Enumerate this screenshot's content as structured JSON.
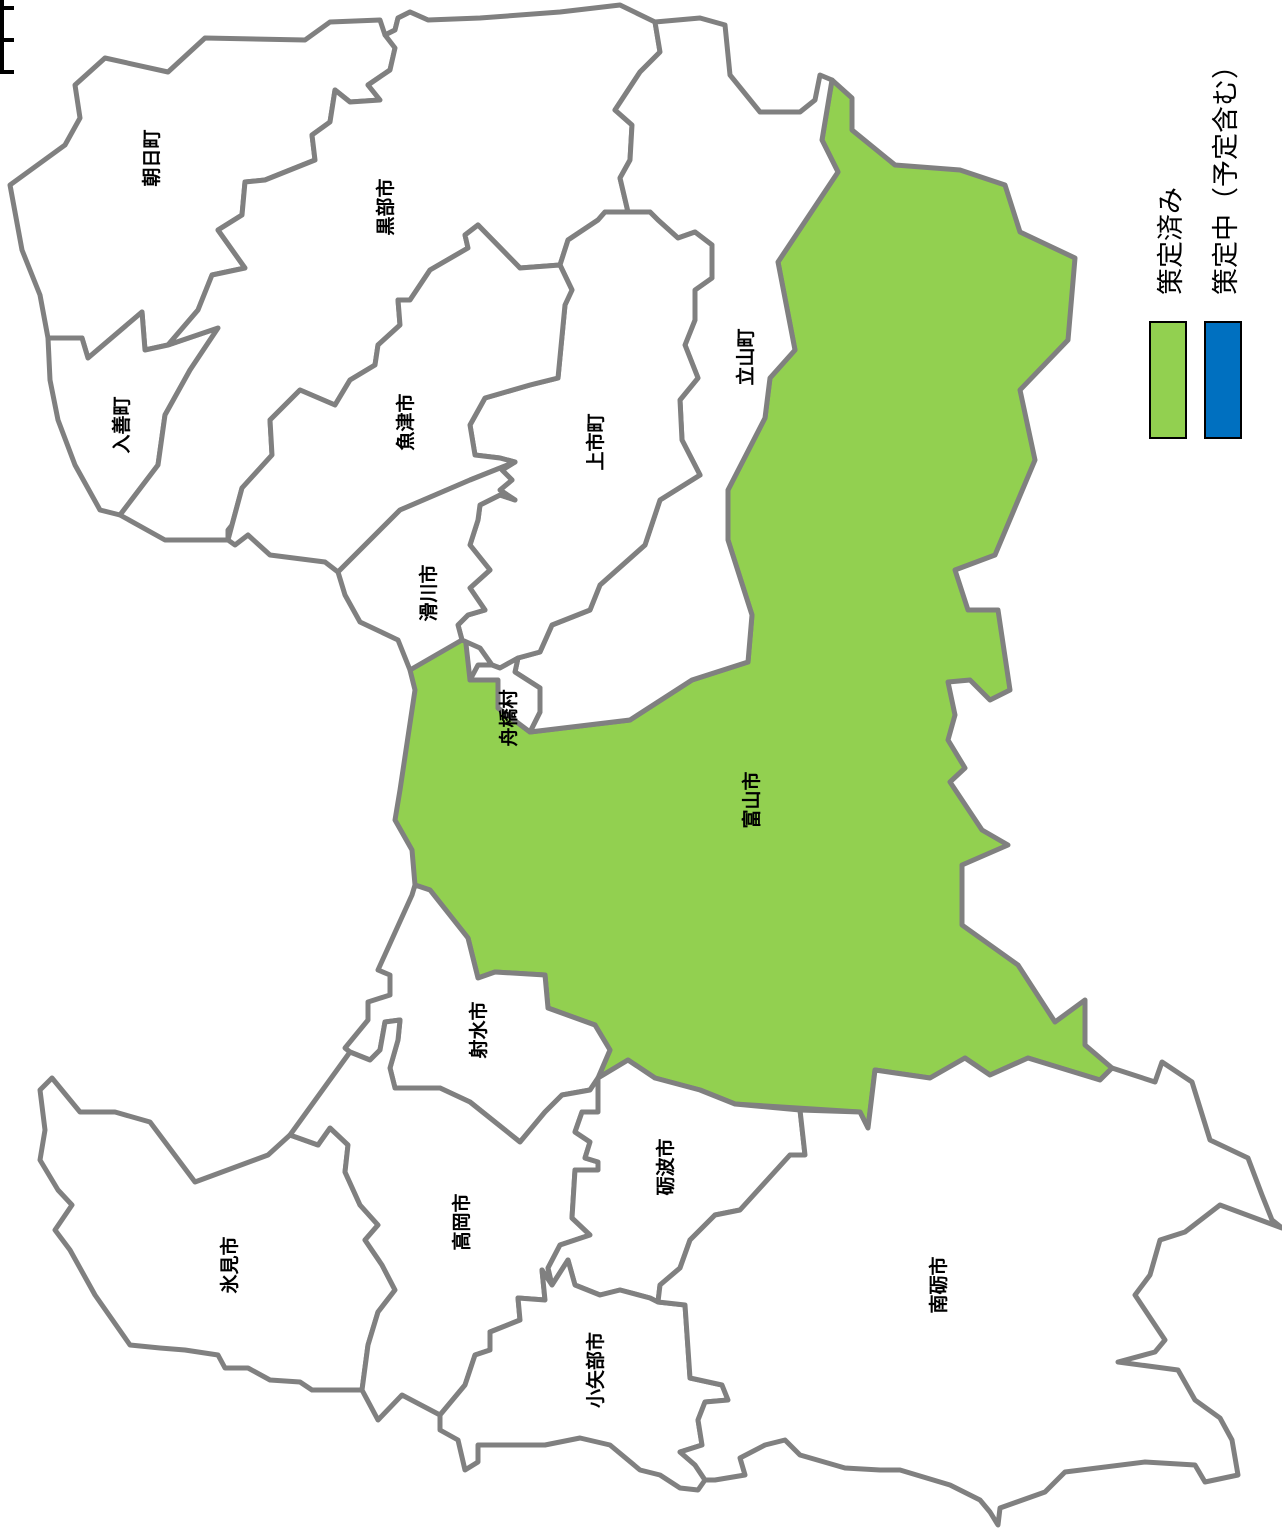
{
  "map": {
    "regions": [
      {
        "id": "asahi",
        "name": "朝日町",
        "status": "none"
      },
      {
        "id": "nyuzen",
        "name": "入善町",
        "status": "none"
      },
      {
        "id": "kurobe",
        "name": "黒部市",
        "status": "none"
      },
      {
        "id": "uozu",
        "name": "魚津市",
        "status": "none"
      },
      {
        "id": "kamiichi",
        "name": "上市町",
        "status": "none"
      },
      {
        "id": "tateyama",
        "name": "立山町",
        "status": "none"
      },
      {
        "id": "namerikawa",
        "name": "滑川市",
        "status": "none"
      },
      {
        "id": "funahashi",
        "name": "舟橋村",
        "status": "none"
      },
      {
        "id": "toyama",
        "name": "富山市",
        "status": "done"
      },
      {
        "id": "imizu",
        "name": "射水市",
        "status": "none"
      },
      {
        "id": "himi",
        "name": "氷見市",
        "status": "none"
      },
      {
        "id": "takaoka",
        "name": "高岡市",
        "status": "none"
      },
      {
        "id": "tonami",
        "name": "砺波市",
        "status": "none"
      },
      {
        "id": "oyabe",
        "name": "小矢部市",
        "status": "none"
      },
      {
        "id": "nanto",
        "name": "南砺市",
        "status": "none"
      }
    ]
  },
  "legend": {
    "items": [
      {
        "label": "策定済み",
        "color": "#92d050"
      },
      {
        "label": "策定中（予定含む）",
        "color": "#0070c0"
      }
    ]
  },
  "colors": {
    "border": "#808080",
    "done": "#92d050",
    "in_progress": "#0070c0",
    "default": "#ffffff"
  }
}
